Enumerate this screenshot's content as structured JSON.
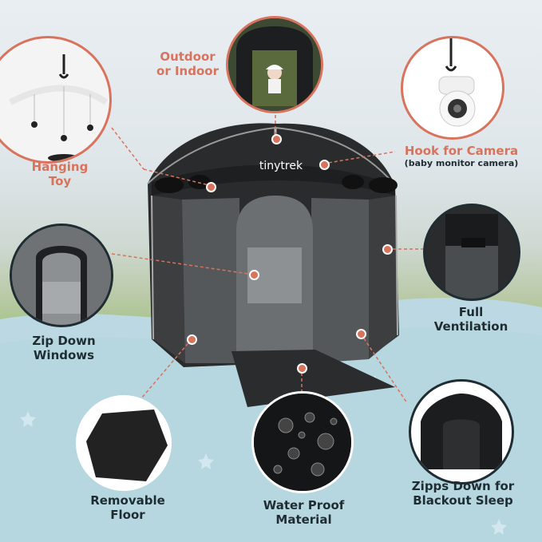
{
  "brand": {
    "logo_text": "tinytrek"
  },
  "features": {
    "outdoor": {
      "line1": "Outdoor",
      "line2": "or Indoor"
    },
    "hanging": {
      "line1": "Hanging",
      "line2": "Toy"
    },
    "hook": {
      "title": "Hook for Camera",
      "subtitle": "(baby monitor camera)"
    },
    "zip_windows": {
      "line1": "Zip Down",
      "line2": "Windows"
    },
    "ventilation": {
      "line1": "Full",
      "line2": "Ventilation"
    },
    "floor": {
      "line1": "Removable",
      "line2": "Floor"
    },
    "waterproof": {
      "line1": "Water Proof",
      "line2": "Material"
    },
    "blackout": {
      "line1": "Zipps Down for",
      "line2": "Blackout Sleep"
    }
  },
  "colors": {
    "accent": "#d8735d",
    "text_dark": "#1f2d33",
    "wave": "#bcd9e3",
    "tent": "#2a2b2d"
  }
}
